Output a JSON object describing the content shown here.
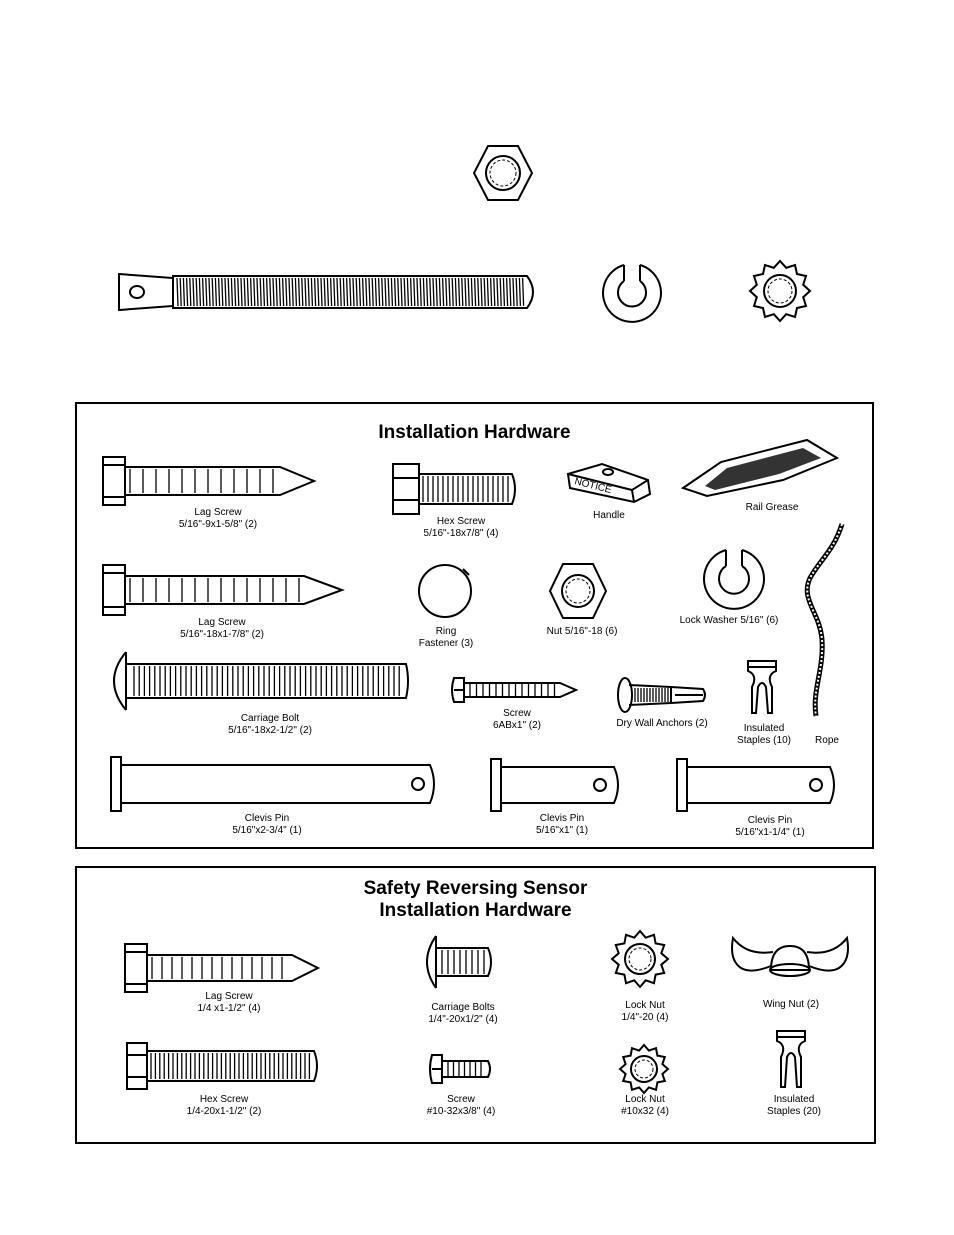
{
  "panel_installation": {
    "title": "Installation Hardware",
    "items": {
      "lag_screw_1": {
        "name": "Lag Screw",
        "size": "5/16\"-9x1-5/8\"  (2)"
      },
      "hex_screw_1": {
        "name": "Hex Screw",
        "size": "5/16\"-18x7/8\"  (4)"
      },
      "handle": {
        "name": "Handle",
        "mark": "NOTICE"
      },
      "rail_grease": {
        "name": "Rail Grease"
      },
      "lag_screw_2": {
        "name": "Lag Screw",
        "size": "5/16\"-18x1-7/8\"  (2)"
      },
      "ring_fastener": {
        "name": "Ring",
        "size": "Fastener (3)"
      },
      "nut": {
        "name": "Nut  5/16\"-18 (6)"
      },
      "lock_washer": {
        "name": "Lock Washer  5/16\" (6)"
      },
      "rope": {
        "name": "Rope"
      },
      "carriage_bolt": {
        "name": "Carriage Bolt",
        "size": "5/16\"-18x2-1/2\"  (2)"
      },
      "screw": {
        "name": "Screw",
        "size": "6ABx1\"  (2)"
      },
      "dry_wall_anchors": {
        "name": "Dry Wall Anchors (2)"
      },
      "insulated_staples": {
        "name": "Insulated",
        "size": "Staples (10)"
      },
      "clevis_pin_1": {
        "name": "Clevis Pin",
        "size": "5/16\"x2-3/4\" (1)"
      },
      "clevis_pin_2": {
        "name": "Clevis Pin",
        "size": "5/16\"x1\"  (1)"
      },
      "clevis_pin_3": {
        "name": "Clevis Pin",
        "size": "5/16\"x1-1/4\"  (1)"
      }
    }
  },
  "panel_sensor": {
    "title_line1": "Safety Reversing Sensor",
    "title_line2": "Installation Hardware",
    "items": {
      "lag_screw": {
        "name": "Lag Screw",
        "size": "1/4 x1-1/2\"  (4)"
      },
      "carriage_bolts": {
        "name": "Carriage Bolts",
        "size": "1/4\"-20x1/2\"  (4)"
      },
      "lock_nut_1": {
        "name": "Lock Nut",
        "size": "1/4\"-20 (4)"
      },
      "wing_nut": {
        "name": "Wing Nut (2)"
      },
      "hex_screw": {
        "name": "Hex Screw",
        "size": "1/4-20x1-1/2\"  (2)"
      },
      "screw": {
        "name": "Screw",
        "size": "#10-32x3/8\"  (4)"
      },
      "lock_nut_2": {
        "name": "Lock Nut",
        "size": "#10x32 (4)"
      },
      "insulated_staples": {
        "name": "Insulated",
        "size": "Staples (20)"
      }
    }
  }
}
